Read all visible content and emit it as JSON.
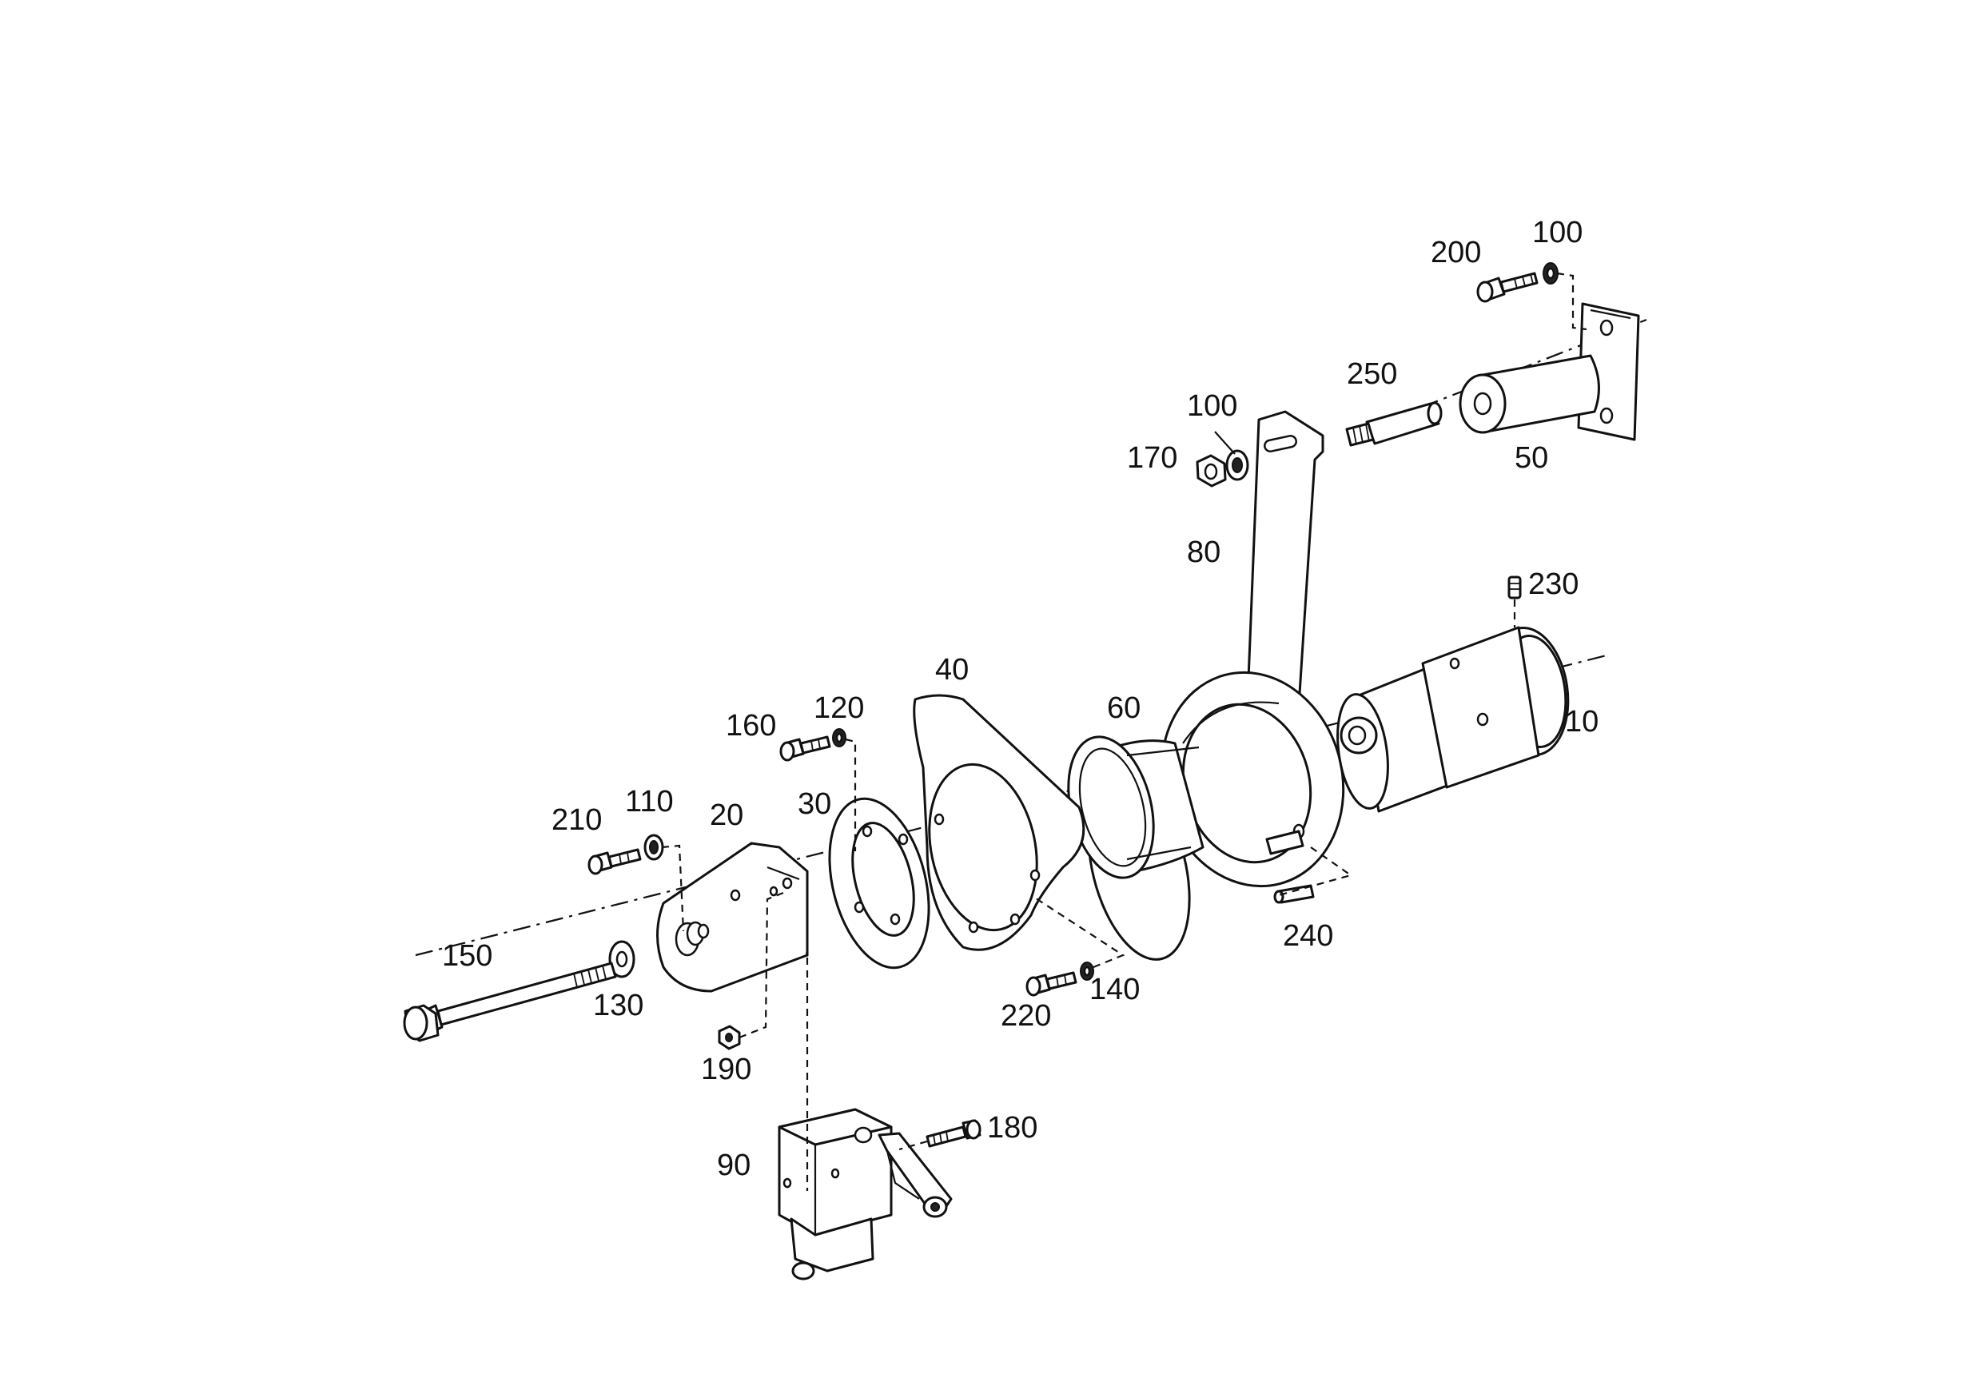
{
  "labels": {
    "p10": "10",
    "p20": "20",
    "p30": "30",
    "p40": "40",
    "p50": "50",
    "p60": "60",
    "p80": "80",
    "p90": "90",
    "p100a": "100",
    "p100b": "100",
    "p110": "110",
    "p120": "120",
    "p130": "130",
    "p140": "140",
    "p150": "150",
    "p160": "160",
    "p170": "170",
    "p180": "180",
    "p190": "190",
    "p200": "200",
    "p210": "210",
    "p220": "220",
    "p230": "230",
    "p240": "240",
    "p250": "250"
  }
}
